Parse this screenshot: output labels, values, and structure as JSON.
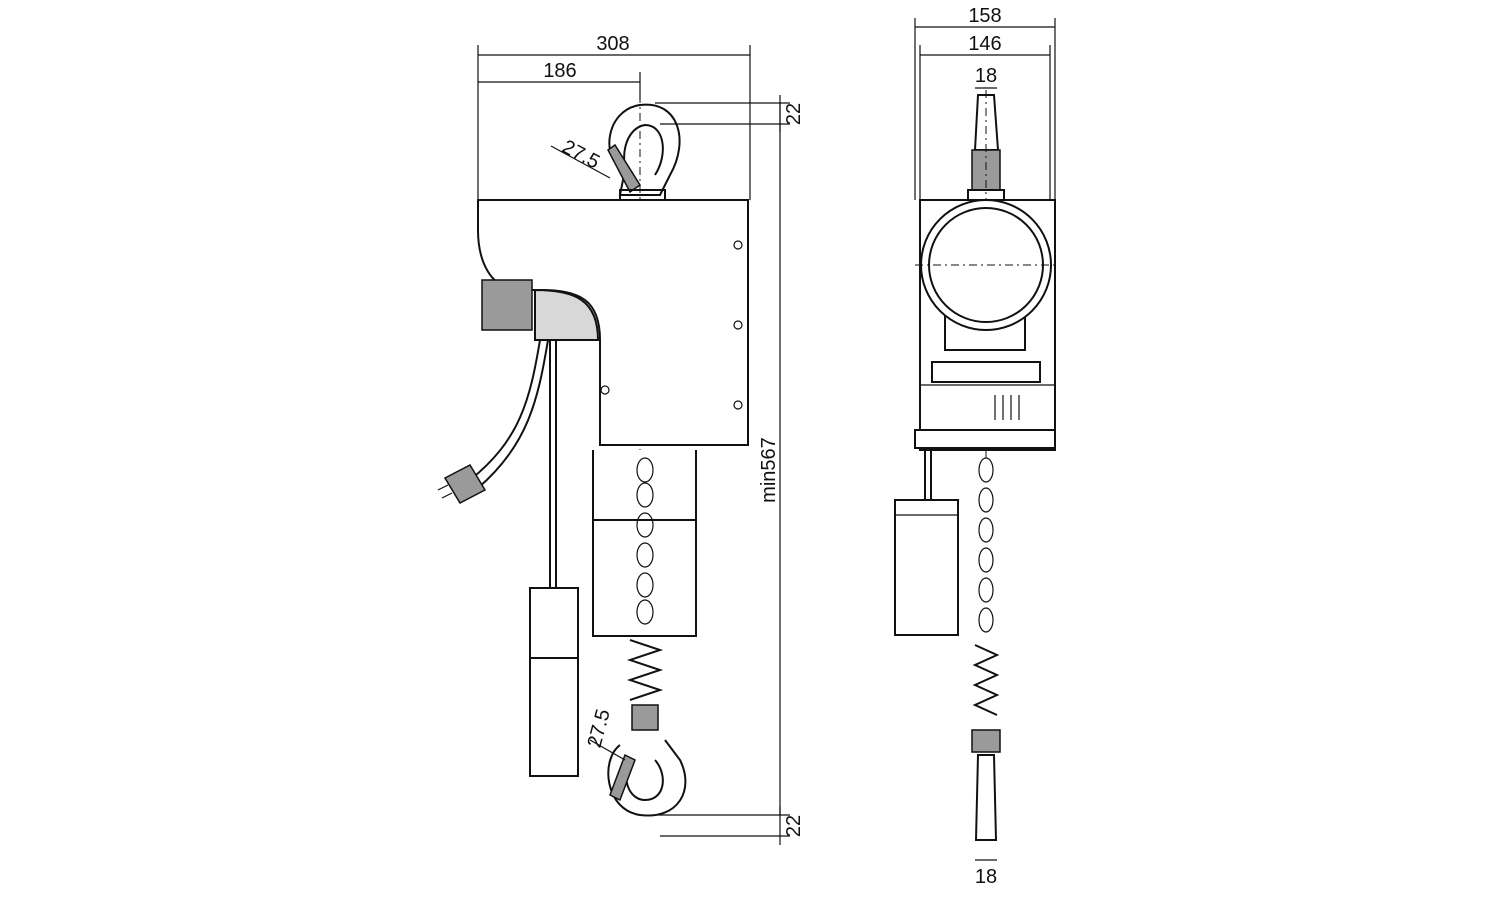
{
  "dimensions": {
    "side_width_total": "308",
    "side_width_hook": "186",
    "hook_top_offset": "22",
    "hook_bottom_offset": "22",
    "hook_angle_top": "27.5",
    "hook_angle_bottom": "27.5",
    "height_min": "min567",
    "front_width_outer": "158",
    "front_width_inner": "146",
    "front_hook_top": "18",
    "front_hook_bottom": "18"
  }
}
